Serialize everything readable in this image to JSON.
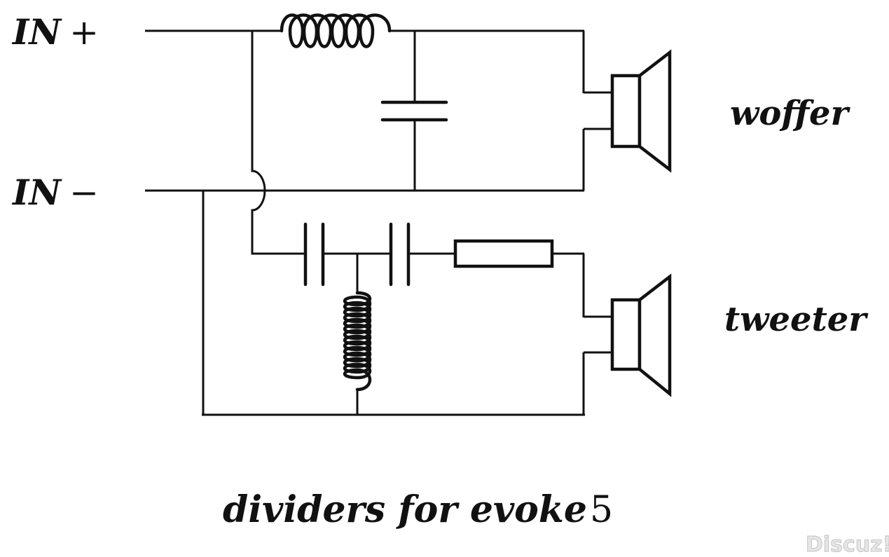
{
  "labels": {
    "in_plus_text": "IN",
    "in_plus_sign": "+",
    "in_minus_text": "IN",
    "in_minus_sign": "−",
    "woofer": "woffer",
    "tweeter": "tweeter",
    "caption_text": "dividers for evoke",
    "caption_number": "5"
  },
  "watermark": "Discuz!",
  "colors": {
    "ink": "#111111",
    "background": "#ffffff",
    "watermark": "#e6e6e6"
  },
  "icons": {
    "woofer_speaker": "speaker-icon",
    "tweeter_speaker": "speaker-icon"
  }
}
